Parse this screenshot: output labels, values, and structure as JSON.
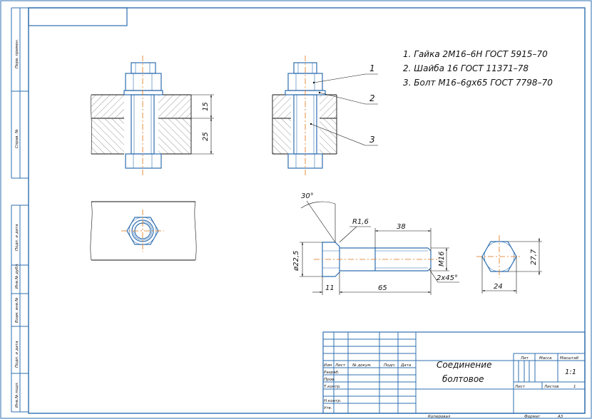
{
  "spec_list": [
    "1. Гайка 2М16–6Н ГОСТ 5915–70",
    "2. Шайба 16 ГОСТ 11371–78",
    "3. Болт М16–6gх65 ГОСТ 7798–70"
  ],
  "leaders": [
    "1",
    "2",
    "3"
  ],
  "dims_section": {
    "d1": "15",
    "d2": "25"
  },
  "bolt_dims": {
    "angle": "30°",
    "radius": "R1,6",
    "thread_len": "38",
    "thread": "М16",
    "head_dia": "ø22,5",
    "chamfer": "2х45°",
    "head_h": "11",
    "length": "65",
    "width": "27,7",
    "wrench": "24"
  },
  "side_labels": [
    "Перв. примен.",
    "Справ. №",
    "Подп. и дата",
    "Инв.№ дубл.",
    "Взам. инв.№",
    "Подп. и дата",
    "Инв.№ подл."
  ],
  "title_block": {
    "title_line1": "Соединение",
    "title_line2": "болтовое",
    "col_izm": "Изм",
    "col_list": "Лист",
    "col_doc": "№ докум.",
    "col_podp": "Подп.",
    "col_data": "Дата",
    "row_razrab": "Разраб.",
    "row_prov": "Пров.",
    "row_tkontr": "Т.контр.",
    "row_nkontr": "Н.контр.",
    "row_utv": "Утв.",
    "lit": "Лит",
    "massa": "Масса",
    "masshtab": "Масштаб",
    "scale_value": "1:1",
    "list": "Лист",
    "listov": "Листов",
    "listov_value": "1",
    "kopiroval": "Копировал",
    "format": "Формат",
    "format_value": "А3"
  }
}
